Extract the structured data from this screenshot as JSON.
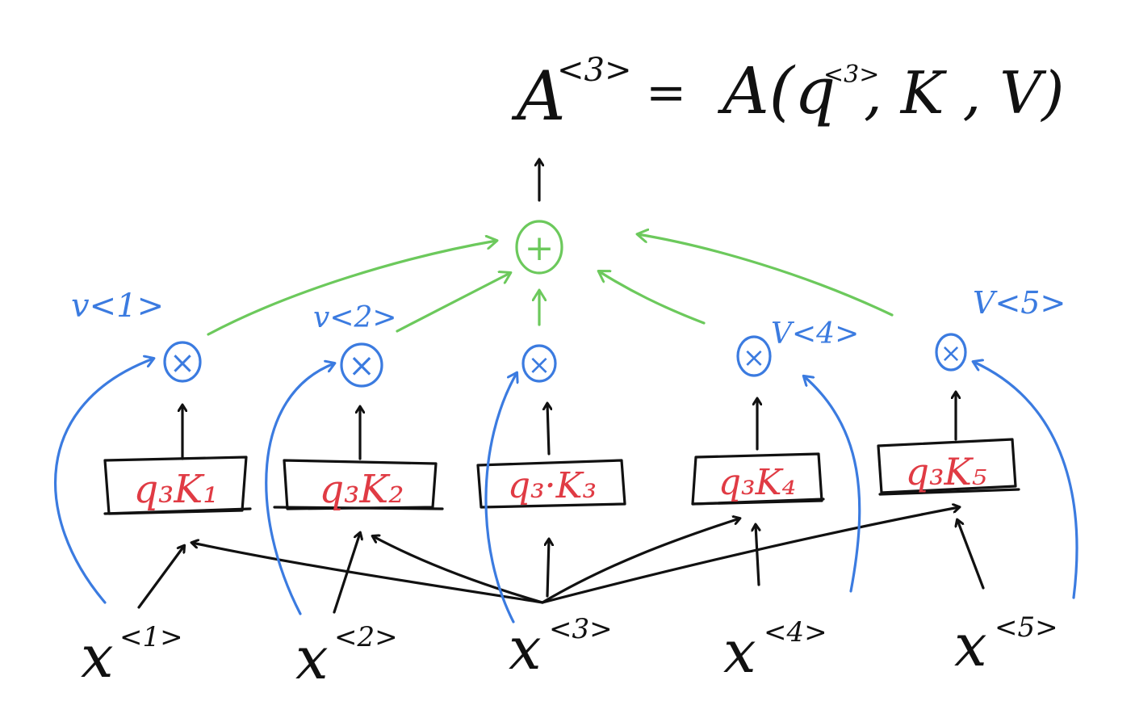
{
  "colors": {
    "black": "#111111",
    "blue": "#3b7be0",
    "green": "#6cc95c",
    "red": "#e03b44"
  },
  "equation": {
    "lhs": "A",
    "lhs_sup": "<3>",
    "equals": "=",
    "rhs": "A(q",
    "rhs_sup": "<3>",
    "rhs_rest": ", K , V)"
  },
  "sum_node": "+",
  "multiply_symbol": "×",
  "inputs": [
    "x",
    "x",
    "x",
    "x",
    "x"
  ],
  "input_sups": [
    "<1>",
    "<2>",
    "<3>",
    "<4>",
    "<5>"
  ],
  "score_boxes": [
    "q₃K₁",
    "q₃K₂",
    "q₃·K₃",
    "q₃K₄",
    "q₃K₅"
  ],
  "value_labels": [
    "v<1>",
    "v<2>",
    "",
    "V<4>",
    "V<5>"
  ]
}
